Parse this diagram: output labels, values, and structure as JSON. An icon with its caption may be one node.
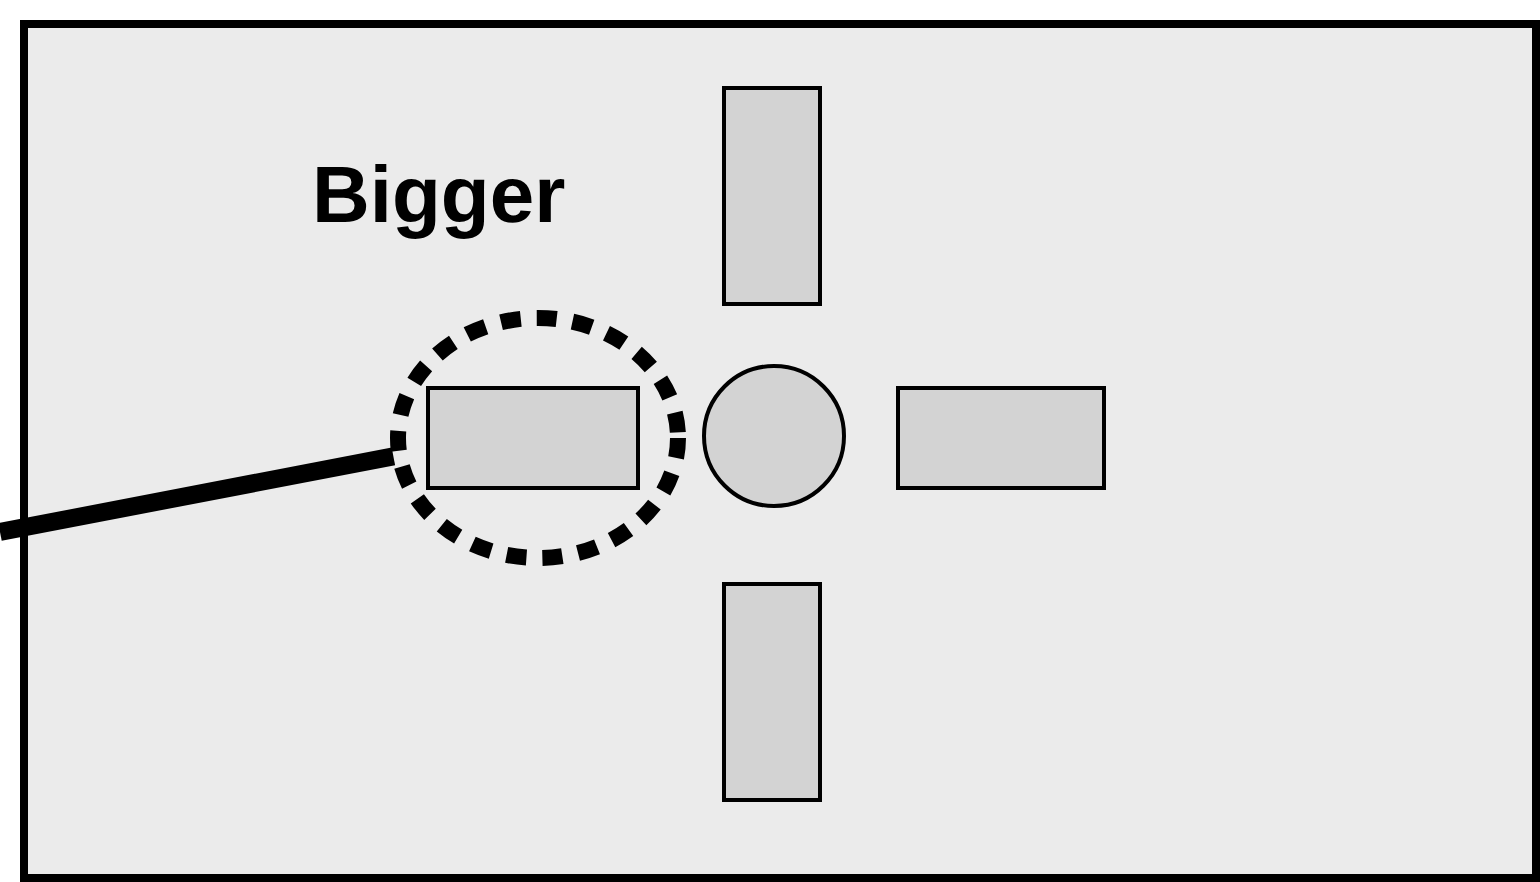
{
  "diagram": {
    "nodes": [
      {
        "text": [],
        "shape": "box"
      },
      {
        "text": [],
        "shape": "box",
        "in": 0
      },
      {
        "text": [
          "Bigger"
        ],
        "in": 0
      },
      {
        "text": [],
        "shape": "box",
        "in": 2
      },
      {
        "text": [],
        "shape": "circle",
        "in": 0
      },
      {
        "text": [],
        "shape": "box",
        "in": 0
      },
      {
        "text": [],
        "shape": "box",
        "in": 0
      }
    ],
    "edges": [
      {
        "from": null,
        "to": 2,
        "arrow": "none"
      }
    ]
  }
}
